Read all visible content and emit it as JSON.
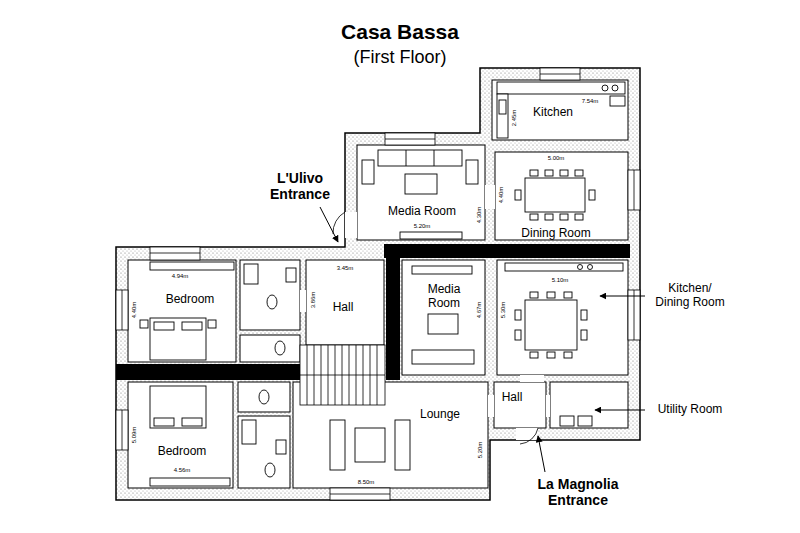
{
  "diagram": {
    "title": "Casa Bassa",
    "nodes": [
      {
        "text": [
          "Kitchen"
        ]
      },
      {
        "text": [
          "Media Room"
        ]
      },
      {
        "text": [
          "Dining Room"
        ]
      },
      {
        "text": [
          "Hall"
        ]
      },
      {
        "text": [
          "Bedroom"
        ]
      },
      {
        "text": [
          "Media Room"
        ]
      },
      {
        "text": [
          "Kitchen/ Dining Room"
        ]
      },
      {
        "text": [
          "Bedroom"
        ]
      },
      {
        "text": [
          "Lounge"
        ]
      },
      {
        "text": [
          "Hall"
        ]
      },
      {
        "text": [
          "Utility Room"
        ]
      }
    ],
    "labels": [
      "(First Floor)",
      "L'Ulivo Entrance",
      "La Magnolia Entrance",
      "7.54m",
      "2.45m",
      "5.00m",
      "4.30m",
      "4.40m",
      "5.20m",
      "3.45m",
      "3.86m",
      "4.94m",
      "4.40m",
      "4.67m",
      "5.10m",
      "5.30m",
      "5.09m",
      "4.56m",
      "8.50m",
      "5.20m"
    ]
  }
}
